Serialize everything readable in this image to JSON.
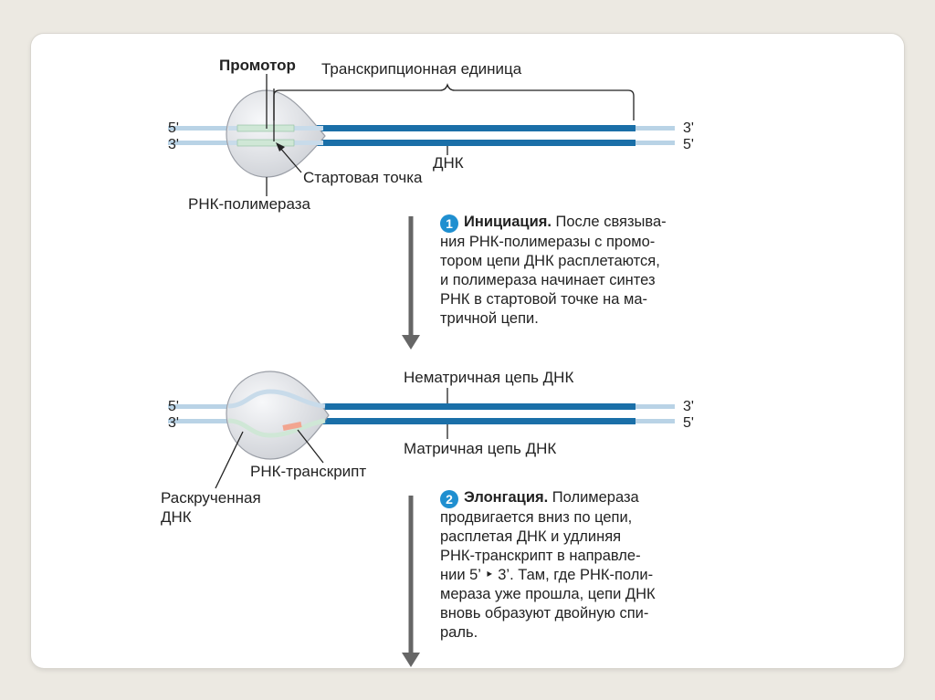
{
  "labels": {
    "promoter": "Промотор",
    "transcription_unit": "Транскрипционная единица",
    "dna": "ДНК",
    "start_point": "Стартовая точка",
    "rna_polymerase": "РНК-полимераза",
    "nontemplate_strand": "Нематричная цепь ДНК",
    "template_strand": "Матричная цепь ДНК",
    "rna_transcript": "РНК-транскрипт",
    "unwound_dna_line1": "Раскрученная",
    "unwound_dna_line2": "ДНК"
  },
  "ends": {
    "top_left_5": "5'",
    "top_left_3": "3'",
    "top_right_3": "3'",
    "top_right_5": "5'",
    "mid_left_5": "5'",
    "mid_left_3": "3'",
    "mid_right_3": "3'",
    "mid_right_5": "5'"
  },
  "steps": [
    {
      "number": "1",
      "title": "Инициация.",
      "lines": [
        " После связыва-",
        "ния РНК-полимеразы с промо-",
        "тором цепи ДНК расплетаются,",
        "и полимераза начинает синтез",
        "РНК в стартовой точке на ма-",
        "тричной цепи."
      ]
    },
    {
      "number": "2",
      "title": "Элонгация.",
      "lines": [
        " Полимераза",
        "продвигается вниз по цепи,",
        "расплетая ДНК и удлиняя",
        "РНК-транскрипт в направле-",
        "нии 5’ ‣ 3’. Там, где РНК-поли-",
        "мераза уже прошла, цепи ДНК",
        "вновь образуют двойную спи-",
        "раль."
      ]
    }
  ],
  "colors": {
    "dna": "#1a6fa8",
    "dna_light": "#b9d3e6",
    "polymerase": "#e4e6ea",
    "promoter": "#cfe7d6",
    "transcript": "#f2a590",
    "step_badge": "#1f8fd0",
    "arrow": "#666666"
  }
}
